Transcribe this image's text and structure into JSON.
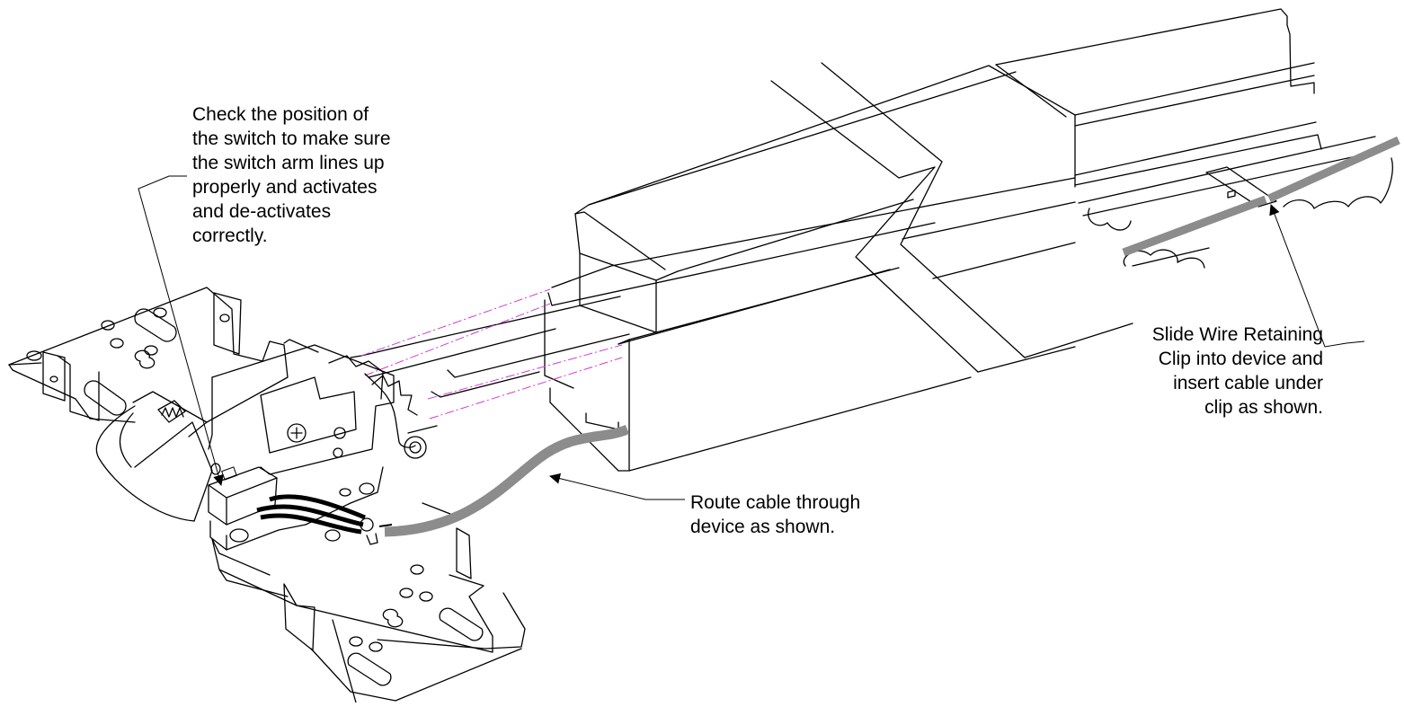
{
  "callouts": {
    "switch": {
      "lines": [
        "Check the position of",
        "the switch to make sure",
        "the switch arm lines up",
        "properly and activates",
        "and de-activates",
        "correctly."
      ]
    },
    "clip": {
      "lines": [
        "Slide Wire Retaining",
        "Clip into device and",
        "insert cable under",
        "clip as shown."
      ]
    },
    "route": {
      "lines": [
        "Route cable through",
        "device as shown."
      ]
    }
  },
  "colors": {
    "line": "#000000",
    "cable": "#8c8c8c",
    "alignment_dash": "#d23cd2",
    "background": "#ffffff"
  }
}
